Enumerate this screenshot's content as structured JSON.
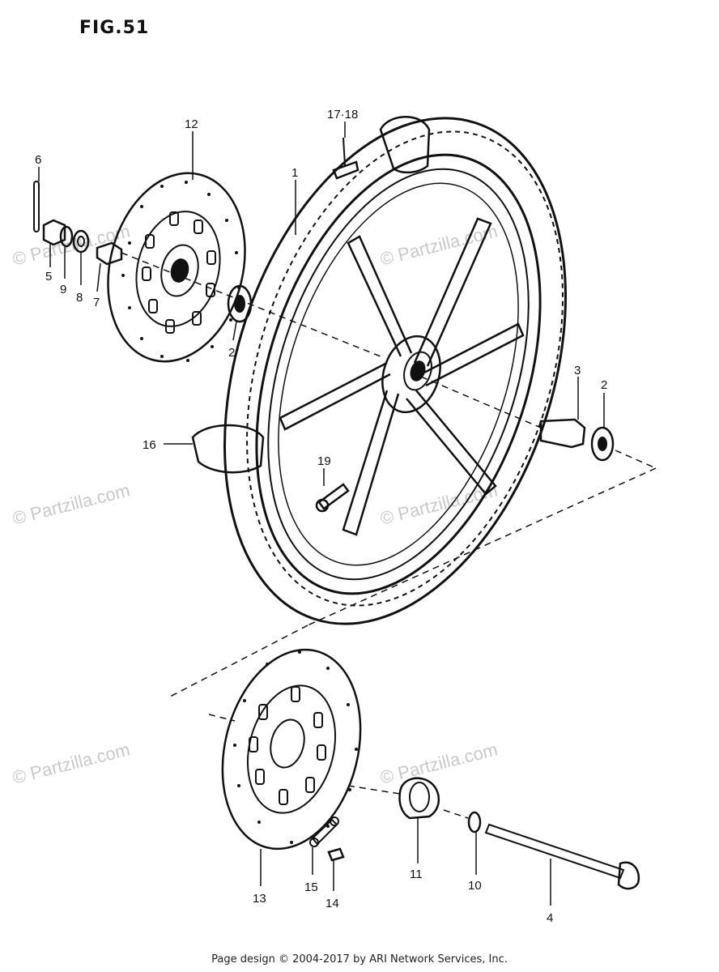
{
  "figure": {
    "title": "FIG.51"
  },
  "callouts": [
    {
      "id": "c1",
      "label": "1"
    },
    {
      "id": "c2a",
      "label": "2"
    },
    {
      "id": "c2b",
      "label": "2"
    },
    {
      "id": "c3",
      "label": "3"
    },
    {
      "id": "c4",
      "label": "4"
    },
    {
      "id": "c5",
      "label": "5"
    },
    {
      "id": "c6",
      "label": "6"
    },
    {
      "id": "c7",
      "label": "7"
    },
    {
      "id": "c8",
      "label": "8"
    },
    {
      "id": "c9",
      "label": "9"
    },
    {
      "id": "c10",
      "label": "10"
    },
    {
      "id": "c11",
      "label": "11"
    },
    {
      "id": "c12",
      "label": "12"
    },
    {
      "id": "c13",
      "label": "13"
    },
    {
      "id": "c14",
      "label": "14"
    },
    {
      "id": "c15",
      "label": "15"
    },
    {
      "id": "c16",
      "label": "16"
    },
    {
      "id": "c1718",
      "label": "17·18"
    },
    {
      "id": "c19",
      "label": "19"
    }
  ],
  "watermark": {
    "text": "© Partzilla.com"
  },
  "footer": {
    "copyright": "Page design © 2004-2017 by ARI Network Services, Inc."
  }
}
